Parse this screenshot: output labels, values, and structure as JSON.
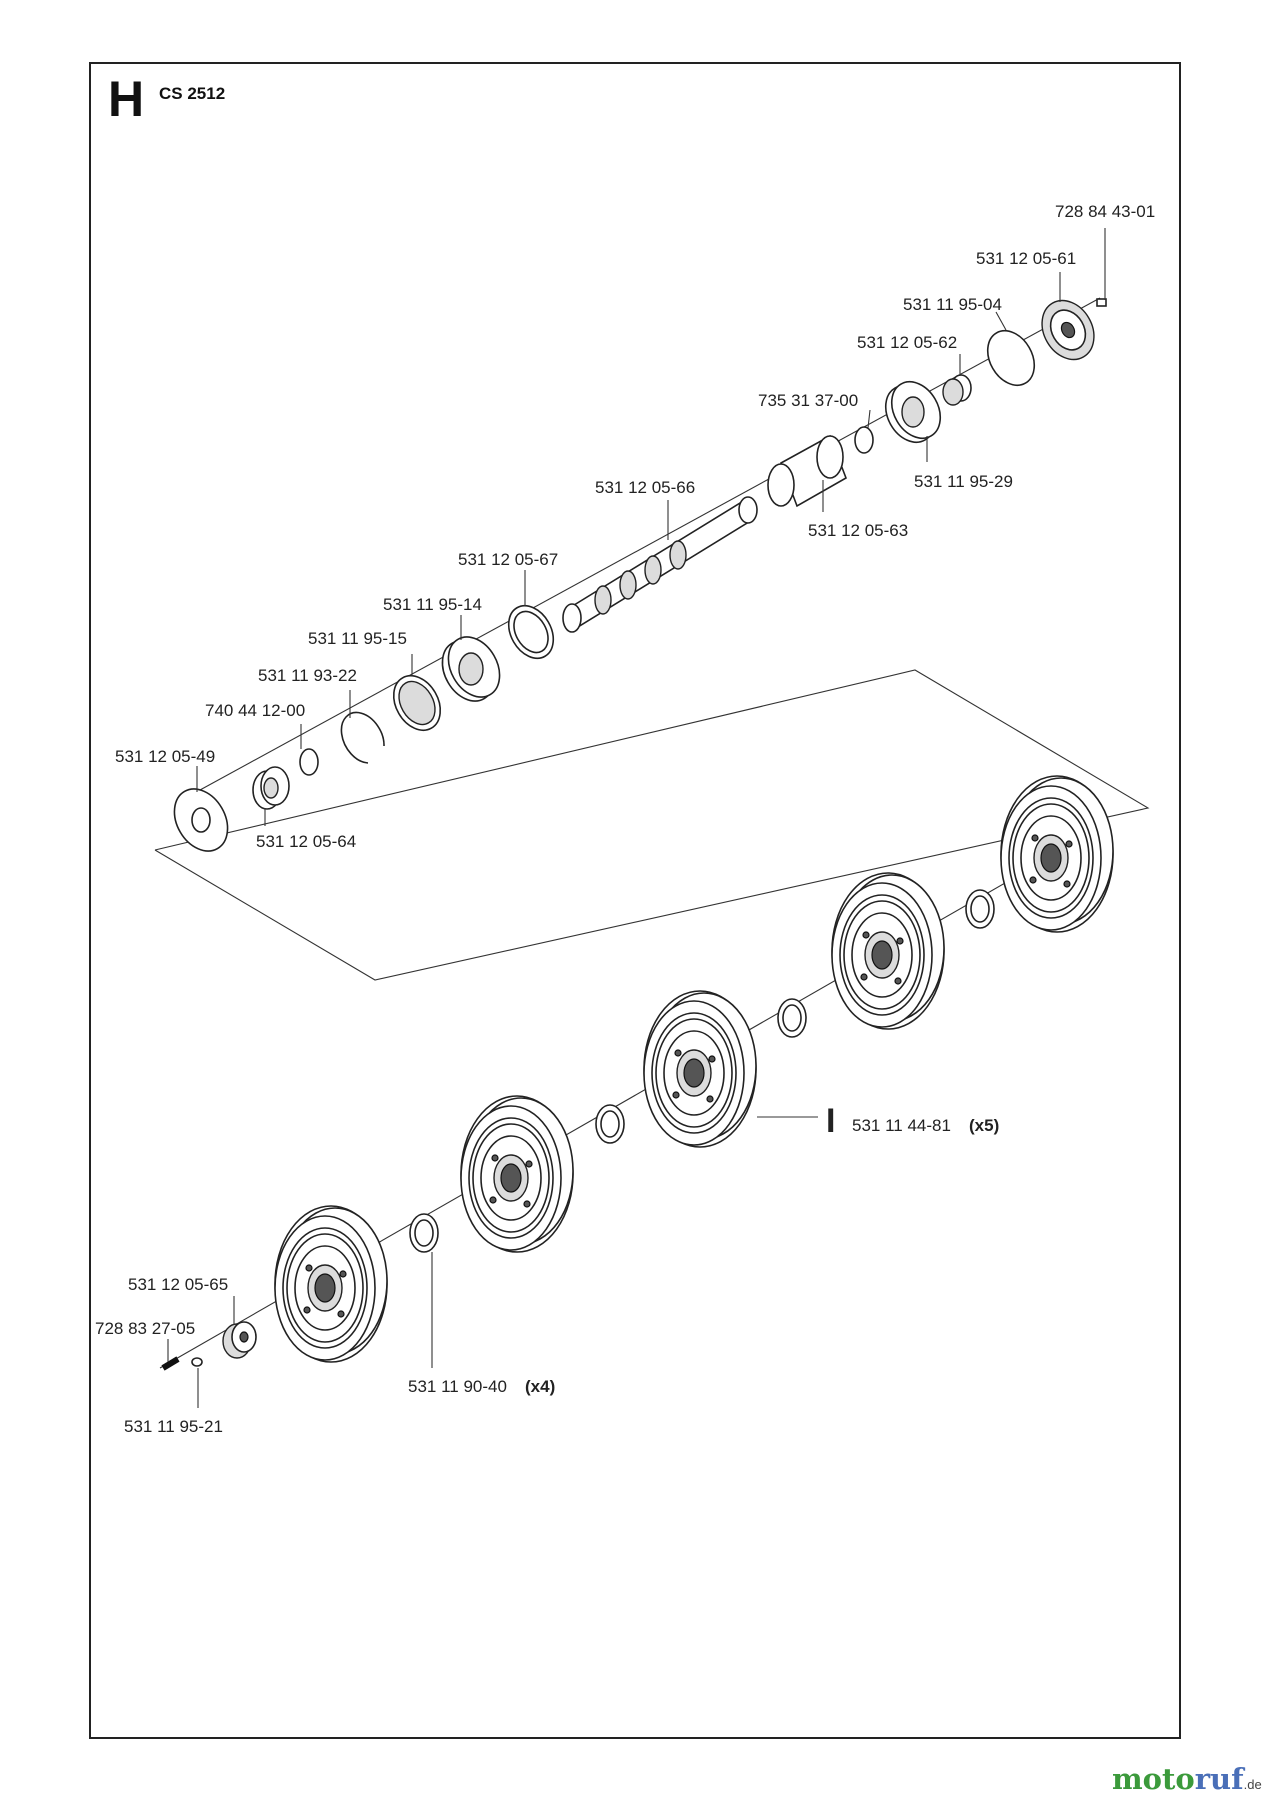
{
  "header": {
    "section_letter": "H",
    "model": "CS 2512"
  },
  "callouts": {
    "p728844301": "728 84 43-01",
    "p531120561": "531 12 05-61",
    "p531119504": "531 11 95-04",
    "p531120562": "531 12 05-62",
    "p735313700": "735 31 37-00",
    "p531119529": "531 11 95-29",
    "p531120566": "531 12 05-66",
    "p531120563": "531 12 05-63",
    "p531120567": "531 12 05-67",
    "p531119514": "531 11 95-14",
    "p531119515": "531 11 95-15",
    "p531119322": "531 11 93-22",
    "p740441200": "740 44 12-00",
    "p531120549": "531 12 05-49",
    "p531120564": "531 12 05-64",
    "p531114481": "531 11 44-81",
    "p531114481_qty": "(x5)",
    "p531114481_ref": "I",
    "p531120565": "531 12 05-65",
    "p728832705": "728 83 27-05",
    "p531119040": "531 11 90-40",
    "p531119040_qty": "(x4)",
    "p531119521": "531 11 95-21"
  },
  "logo": {
    "text_a": "moto",
    "text_b": "ruf",
    "tld": ".de"
  },
  "colors": {
    "line": "#222222",
    "logo_green": "#3b9a3b",
    "logo_blue": "#4a6fb8"
  }
}
